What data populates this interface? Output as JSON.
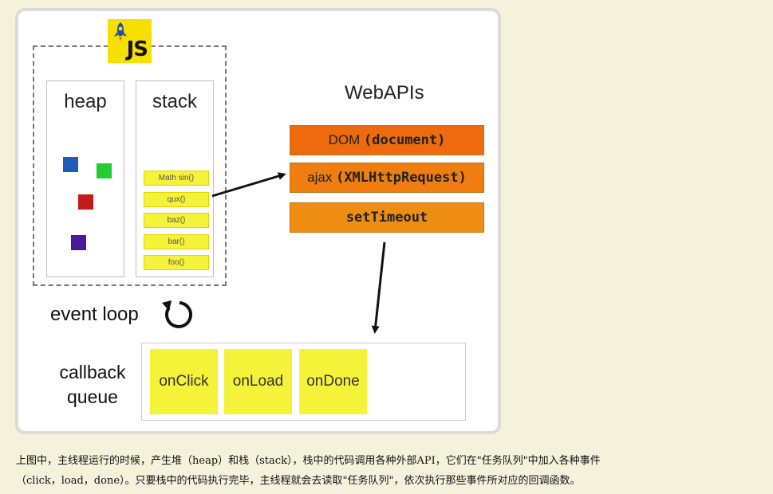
{
  "runtime": {
    "logo_text": "JS",
    "heap": {
      "title": "heap"
    },
    "stack": {
      "title": "stack",
      "frames": [
        "Math sin()",
        "qux()",
        "baz()",
        "bar()",
        "foo()"
      ]
    }
  },
  "webapis": {
    "title": "WebAPIs",
    "items": [
      {
        "name": "DOM",
        "arg": "(document)",
        "color": "#ee6a0e"
      },
      {
        "name": "ajax",
        "arg": "(XMLHttpRequest)",
        "color": "#ef7d10"
      },
      {
        "name": "",
        "arg": "setTimeout",
        "color": "#ef8c12"
      }
    ]
  },
  "event_loop": {
    "label": "event loop"
  },
  "callback_queue": {
    "label_line1": "callback",
    "label_line2": "queue",
    "items": [
      "onClick",
      "onLoad",
      "onDone"
    ]
  },
  "caption": {
    "line1": "上图中，主线程运行的时候，产生堆（heap）和栈（stack），栈中的代码调用各种外部API，它们在\"任务队列\"中加入各种事件",
    "line2": "（click，load，done）。只要栈中的代码执行完毕，主线程就会去读取\"任务队列\"，依次执行那些事件所对应的回调函数。"
  },
  "colors": {
    "heap_objects": [
      "#1f5bb8",
      "#22cc33",
      "#c41a1a",
      "#4a1a9c"
    ],
    "highlight": "#f5f23a"
  }
}
